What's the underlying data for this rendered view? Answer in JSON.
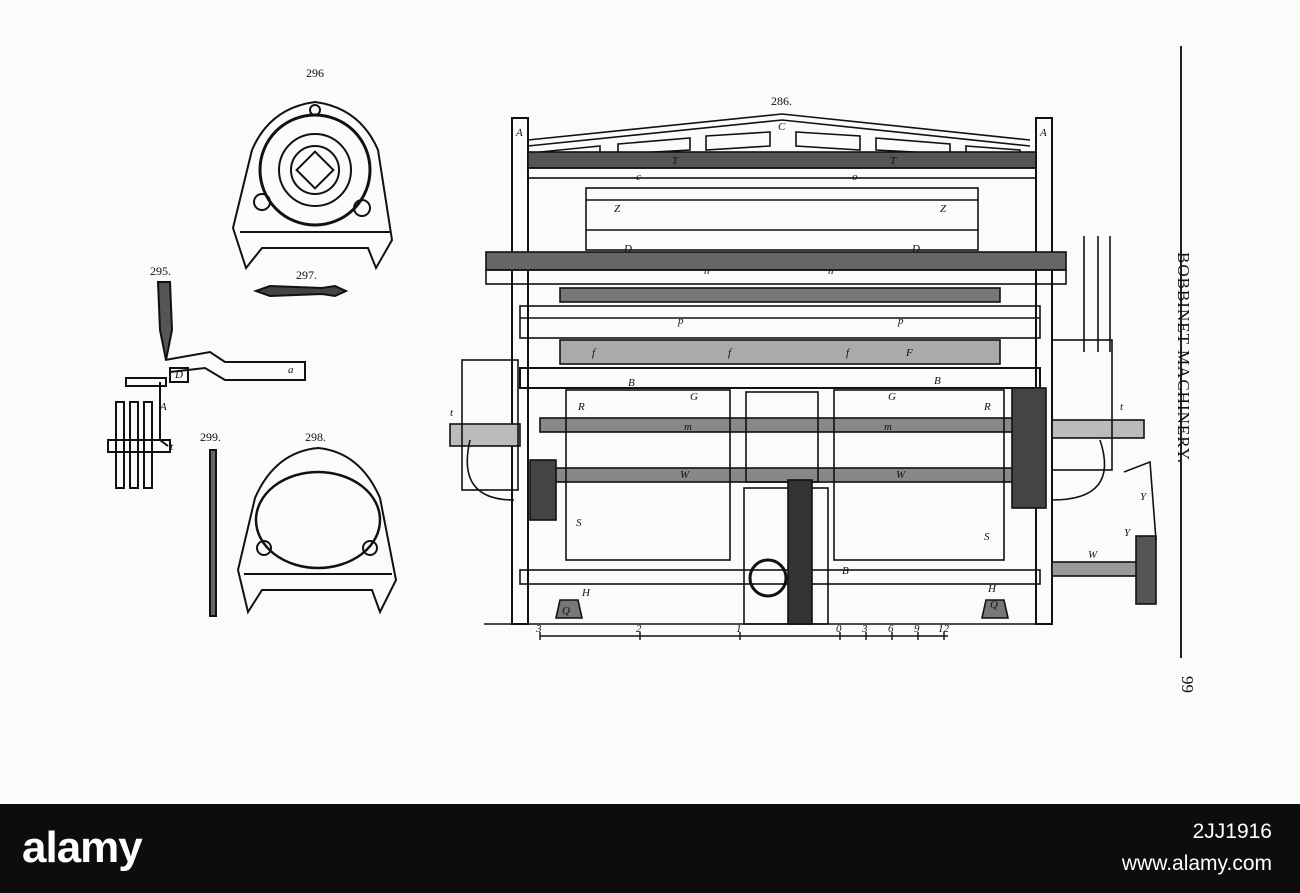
{
  "figures": {
    "fig286": "286.",
    "fig295": "295.",
    "fig296": "296",
    "fig297": "297.",
    "fig298": "298.",
    "fig299": "299."
  },
  "side_title": "BOBBINET MACHINERY.",
  "page_number": "99",
  "scale_labels": [
    "3",
    "2",
    "1",
    "0",
    "3",
    "6",
    "9",
    "12"
  ],
  "part_letters": [
    "A",
    "A",
    "C",
    "T",
    "T",
    "c",
    "o",
    "Z",
    "Z",
    "D",
    "D",
    "n",
    "n",
    "p",
    "p",
    "f",
    "f",
    "f",
    "F",
    "B",
    "B",
    "G",
    "G",
    "m",
    "m",
    "W",
    "W",
    "S",
    "S",
    "H",
    "H",
    "Q",
    "Q",
    "B",
    "Y",
    "Y",
    "W",
    "R",
    "R",
    "t",
    "t",
    "a"
  ],
  "footer": {
    "logo": "alamy",
    "image_id": "2JJ1916",
    "site": "www.alamy.com"
  }
}
